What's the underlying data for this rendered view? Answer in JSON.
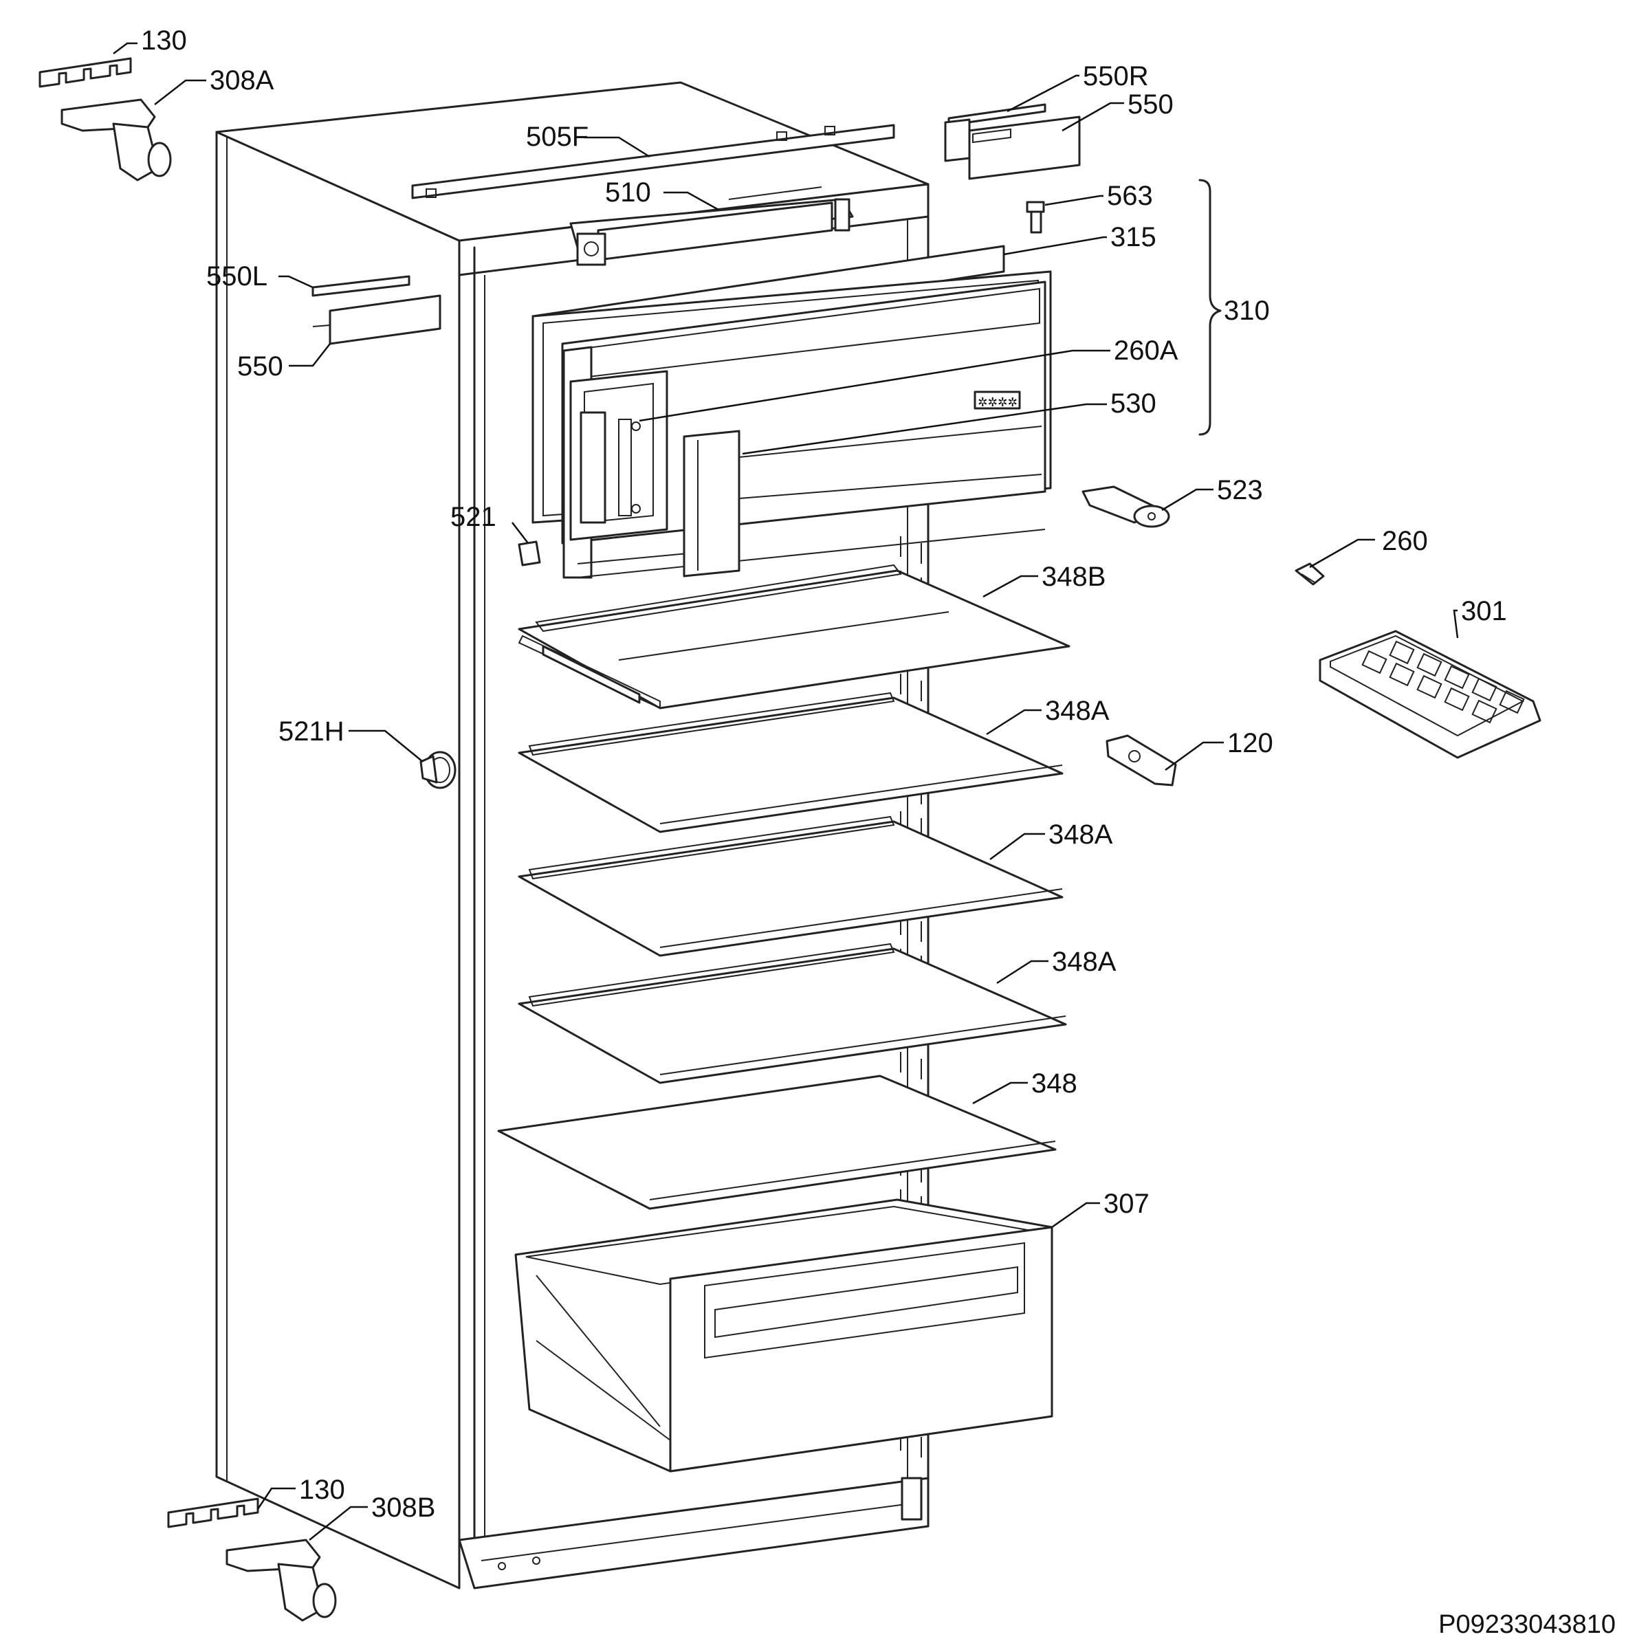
{
  "callouts": {
    "c130_top": "130",
    "c308A": "308A",
    "c505F": "505F",
    "c550R": "550R",
    "c550_tr": "550",
    "c510": "510",
    "c563": "563",
    "c315": "315",
    "c310": "310",
    "c550L": "550L",
    "c550_l": "550",
    "c260A": "260A",
    "c530": "530",
    "c521": "521",
    "c523": "523",
    "c260": "260",
    "c348B": "348B",
    "c301": "301",
    "c348A_1": "348A",
    "c521H": "521H",
    "c120": "120",
    "c348A_2": "348A",
    "c348A_3": "348A",
    "c348": "348",
    "c307": "307",
    "c130_bottom": "130",
    "c308B": "308B"
  },
  "drawing_number": "P09233043810",
  "freezer_rating_mark": "✲✲✲✲"
}
